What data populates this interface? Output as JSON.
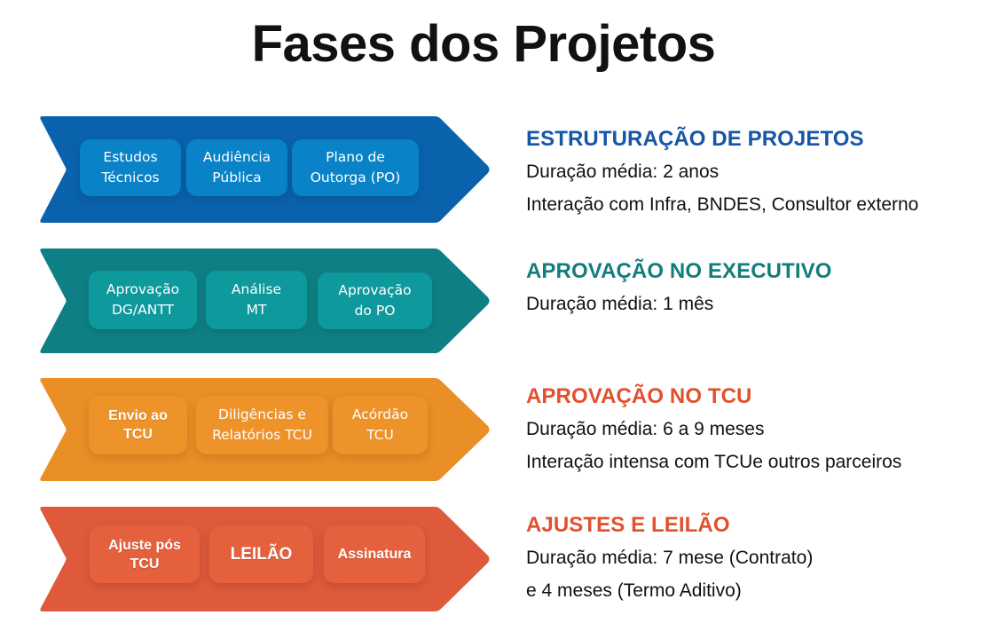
{
  "title": "Fases dos Projetos",
  "phases": [
    {
      "color": "#0A62AD",
      "box_color": "#0A82C7",
      "heading_color": "#1556A8",
      "boxes": [
        "Estudos\nTécnicos",
        "Audiência\nPública",
        "Plano de\nOutorga (PO)"
      ],
      "heading": "ESTRUTURAÇÃO DE PROJETOS",
      "lines": [
        "Duração média: 2 anos",
        "Interação com Infra, BNDES, Consultor externo"
      ]
    },
    {
      "color": "#0E8085",
      "box_color": "#0E999D",
      "heading_color": "#127E7C",
      "boxes": [
        "Aprovação\nDG/ANTT",
        "Análise\nMT",
        "Aprovação\ndo PO"
      ],
      "heading": "APROVAÇÃO NO EXECUTIVO",
      "lines": [
        "Duração média: 1 mês"
      ]
    },
    {
      "color": "#EA8E26",
      "box_color": "#EE922A",
      "heading_color": "#E0512E",
      "boxes": [
        "Envio ao\nTCU",
        "Diligências e\nRelatórios TCU",
        "Acórdão\nTCU"
      ],
      "heading": "APROVAÇÃO NO TCU",
      "lines": [
        "Duração média: 6 a 9 meses",
        "Interação intensa com TCUe outros parceiros"
      ]
    },
    {
      "color": "#DE5A3A",
      "box_color": "#E5603C",
      "heading_color": "#E0512E",
      "boxes": [
        "Ajuste pós\nTCU",
        "LEILÃO",
        "Assinatura"
      ],
      "heading": "AJUSTES E LEILÃO",
      "lines": [
        "Duração média: 7 mese (Contrato)",
        "e 4 meses (Termo Aditivo)"
      ]
    }
  ]
}
